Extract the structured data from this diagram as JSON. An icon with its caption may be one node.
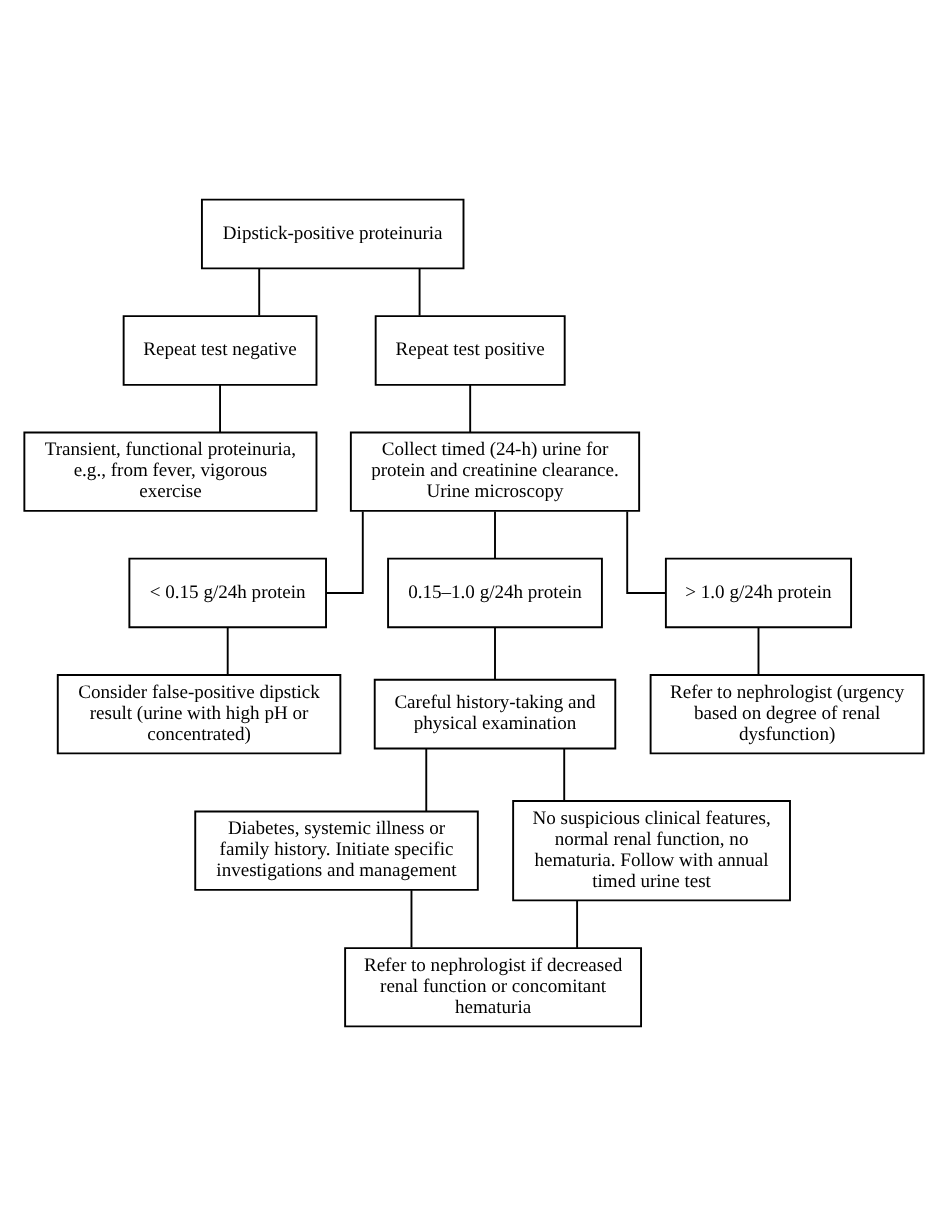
{
  "diagram": {
    "nodes": [
      {
        "text": [
          "Dipstick-positive proteinuria"
        ]
      },
      {
        "text": [
          "Repeat test negative"
        ]
      },
      {
        "text": [
          "Repeat test positive"
        ]
      },
      {
        "text": [
          "Transient, functional proteinuria, e.g., from fever, vigorous exercise"
        ]
      },
      {
        "text": [
          "Collect timed (24-h) urine for protein and creatinine clearance. Urine microscopy"
        ]
      },
      {
        "text": [
          "< 0.15 g/24h protein"
        ]
      },
      {
        "text": [
          "0.15–1.0 g/24h protein"
        ]
      },
      {
        "text": [
          "> 1.0 g/24h protein"
        ]
      },
      {
        "text": [
          "Consider false-positive dipstick result (urine with high pH or concentrated)"
        ]
      },
      {
        "text": [
          "Careful history-taking and physical examination"
        ]
      },
      {
        "text": [
          "Refer to nephrologist (urgency based on degree of renal dysfunction)"
        ]
      },
      {
        "text": [
          "Diabetes, systemic illness or family history. Initiate specific investigations and management"
        ]
      },
      {
        "text": [
          "No suspicious clinical features, normal renal function, no hematuria. Follow with annual timed urine test"
        ]
      },
      {
        "text": [
          "Refer to nephrologist if decreased renal function or concomitant hematuria"
        ]
      }
    ],
    "edges": [
      {
        "from": 0,
        "to": 1,
        "arrow": "none"
      },
      {
        "from": 0,
        "to": 2,
        "arrow": "none"
      },
      {
        "from": 1,
        "to": 3,
        "arrow": "none"
      },
      {
        "from": 2,
        "to": 4,
        "arrow": "none"
      },
      {
        "from": 4,
        "to": 5,
        "arrow": "none"
      },
      {
        "from": 4,
        "to": 6,
        "arrow": "none"
      },
      {
        "from": 4,
        "to": 7,
        "arrow": "none"
      },
      {
        "from": 5,
        "to": 8,
        "arrow": "none"
      },
      {
        "from": 6,
        "to": 9,
        "arrow": "none"
      },
      {
        "from": 7,
        "to": 10,
        "arrow": "none"
      },
      {
        "from": 9,
        "to": 11,
        "arrow": "none"
      },
      {
        "from": 9,
        "to": 12,
        "arrow": "none"
      },
      {
        "from": 11,
        "to": 13,
        "arrow": "none"
      },
      {
        "from": 12,
        "to": 13,
        "arrow": "none"
      }
    ]
  }
}
